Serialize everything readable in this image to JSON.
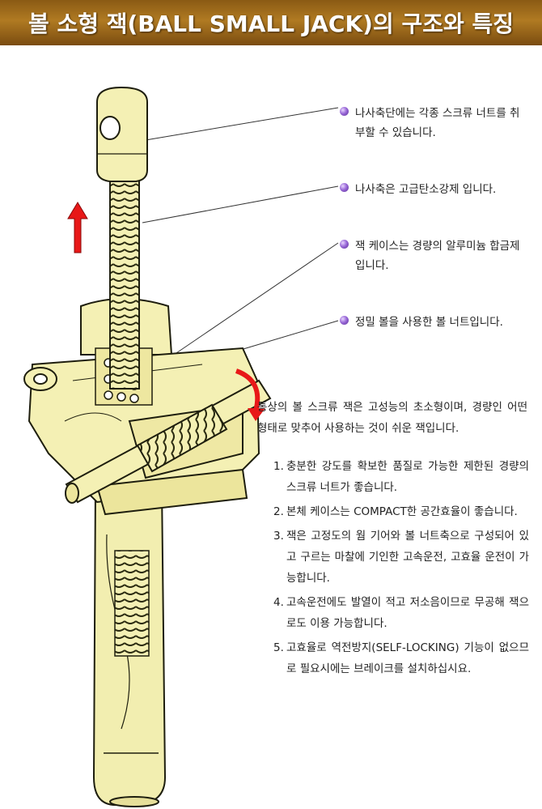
{
  "header": {
    "title": "볼 소형 잭(BALL SMALL JACK)의 구조와 특징"
  },
  "callouts": [
    {
      "text": "나사축단에는 각종 스크류 너트를 취\n부할 수 있습니다."
    },
    {
      "text": "나사축은 고급탄소강제 입니다."
    },
    {
      "text": "잭 케이스는 경량의 알루미늄 합금제\n입니다."
    },
    {
      "text": "정밀 볼을 사용한 볼 너트입니다."
    }
  ],
  "intro": "통상의 볼 스크류 잭은 고성능의 초소형이며, 경량인 어떤 형태로 맞추어 사용하는 것이 쉬운 잭입니다.",
  "features": [
    {
      "num": "1.",
      "text": "충분한 강도를 확보한 품질로 가능한 제한된 경량의 스크류 너트가 좋습니다."
    },
    {
      "num": "2.",
      "text": "본체 케이스는 COMPACT한 공간효율이 좋습니다."
    },
    {
      "num": "3.",
      "text": "잭은 고정도의 웜 기어와 볼 너트축으로 구성되어 있고 구르는 마찰에 기인한 고속운전, 고효율 운전이 가능합니다."
    },
    {
      "num": "4.",
      "text": "고속운전에도 발열이 적고 저소음이므로 무공해 잭으로도 이용 가능합니다."
    },
    {
      "num": "5.",
      "text": "고효율로 역전방지(SELF-LOCKING) 기능이 없으므로 필요시에는 브레이크를 설치하십시요."
    }
  ],
  "colors": {
    "banner": "#a06c1c",
    "part_fill": "#f4f0b4",
    "arrow": "#e81818",
    "bullet": "#8a5ad0"
  }
}
